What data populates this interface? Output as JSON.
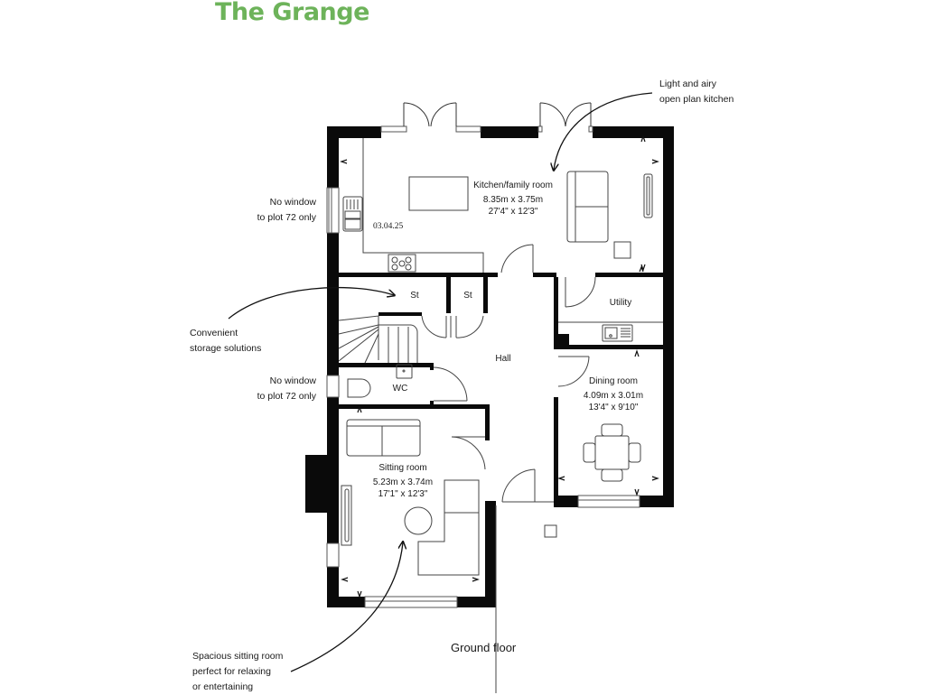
{
  "header": {
    "title": "The Grange",
    "title_color": "#6db35a"
  },
  "plan": {
    "floor_label": "Ground floor",
    "date_stamp": "03.04.25",
    "rooms": [
      {
        "name": "Kitchen/family room",
        "metric": "8.35m x 3.75m",
        "imperial": "27'4\" x 12'3\""
      },
      {
        "name": "Utility"
      },
      {
        "name": "St"
      },
      {
        "name": "St"
      },
      {
        "name": "Hall"
      },
      {
        "name": "WC"
      },
      {
        "name": "Dining room",
        "metric": "4.09m x 3.01m",
        "imperial": "13'4\" x 9'10\""
      },
      {
        "name": "Sitting room",
        "metric": "5.23m x 3.74m",
        "imperial": "17'1\" x 12'3\""
      }
    ]
  },
  "annotations": {
    "kitchen": {
      "line1": "Light and airy",
      "line2": "open plan kitchen"
    },
    "window1": {
      "line1": "No window",
      "line2": "to plot 72 only"
    },
    "storage": {
      "line1": "Convenient",
      "line2": "storage solutions"
    },
    "window2": {
      "line1": "No window",
      "line2": "to plot 72 only"
    },
    "sitting": {
      "line1": "Spacious sitting room",
      "line2": "perfect for relaxing",
      "line3": "or entertaining"
    }
  }
}
